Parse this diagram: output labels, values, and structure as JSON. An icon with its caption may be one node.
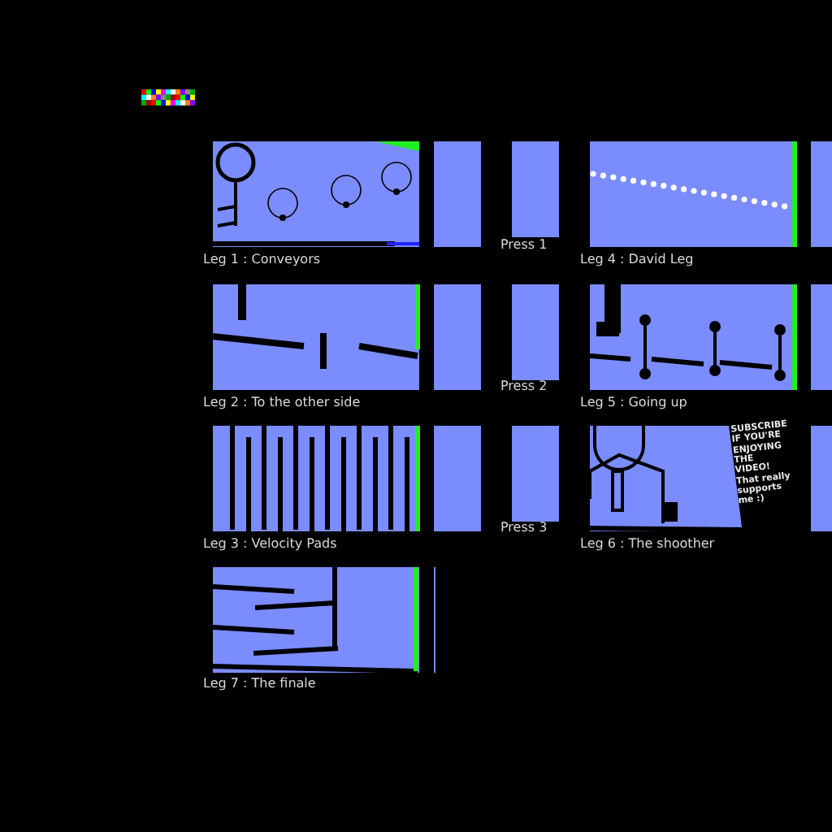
{
  "diagram": {
    "labels": [
      "Leg 1 : Conveyors",
      "Press 1",
      "Leg 4 : David Leg",
      "Leg 2 : To the other side",
      "Press 2",
      "Leg 5 : Going up",
      "Leg 3 : Velocity Pads",
      "Press 3",
      "Leg 6 : The shoother",
      "SUBSCRIBE IF YOU'RE ENJOYING THE VIDEO! That really supports me :)",
      "Leg 7 : The finale"
    ]
  }
}
